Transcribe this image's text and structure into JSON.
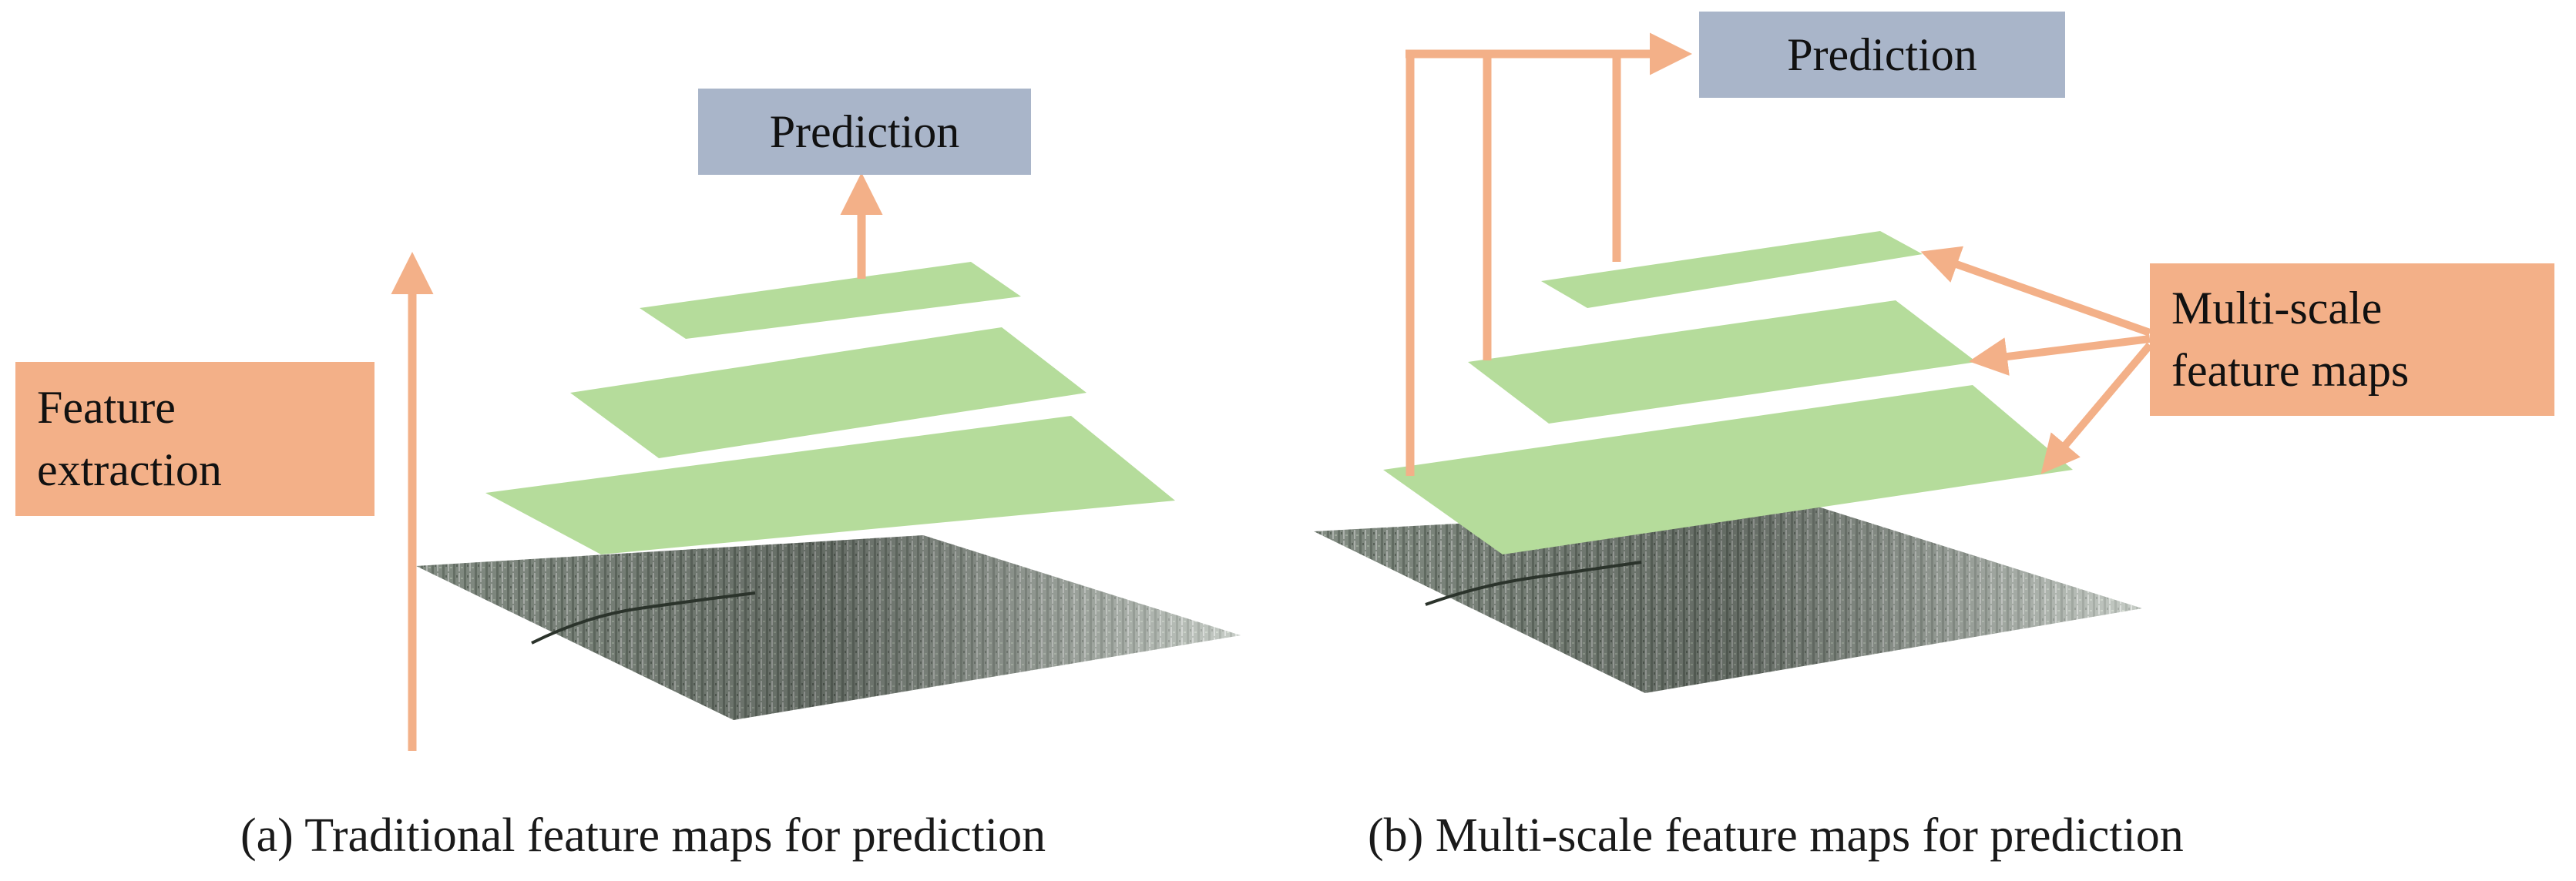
{
  "panel_a": {
    "prediction_label": "Prediction",
    "feature_extraction_line1": "Feature",
    "feature_extraction_line2": "extraction",
    "caption": "(a) Traditional feature maps for prediction"
  },
  "panel_b": {
    "prediction_label": "Prediction",
    "multiscale_line1": "Multi-scale",
    "multiscale_line2": "feature maps",
    "caption": "(b) Multi-scale feature maps for prediction"
  },
  "colors": {
    "prediction_box": "#a9b5c9",
    "label_box": "#f3b088",
    "arrow": "#f3b088",
    "feature_map": "#b5dc9b"
  }
}
